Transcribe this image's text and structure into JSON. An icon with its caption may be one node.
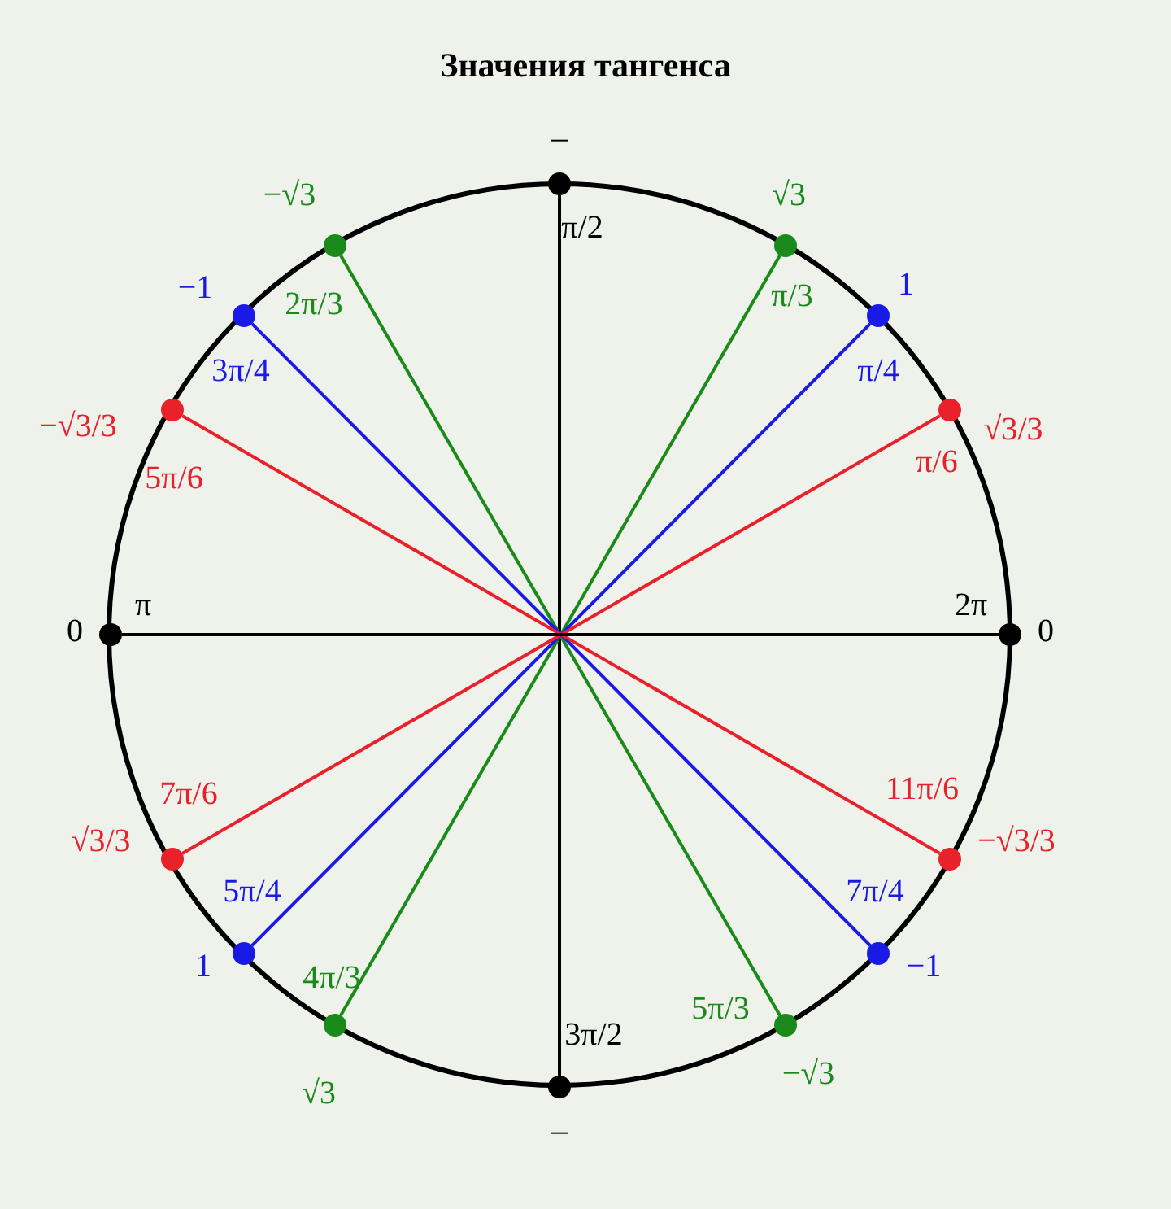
{
  "diagram": {
    "title": "Значения тангенса",
    "nodes": [
      {
        "text": [
          "–",
          "π/2"
        ]
      },
      {
        "text": [
          "−√3",
          "2π/3"
        ]
      },
      {
        "text": [
          "√3",
          "π/3"
        ]
      },
      {
        "text": [
          "−1",
          "3π/4"
        ]
      },
      {
        "text": [
          "1",
          "π/4"
        ]
      },
      {
        "text": [
          "−√3/3",
          "5π/6"
        ]
      },
      {
        "text": [
          "√3/3",
          "π/6"
        ]
      },
      {
        "text": [
          "0",
          "π"
        ]
      },
      {
        "text": [
          "2π",
          "0"
        ]
      },
      {
        "text": [
          "7π/6",
          "√3/3"
        ]
      },
      {
        "text": [
          "11π/6",
          "−√3/3"
        ]
      },
      {
        "text": [
          "5π/4",
          "1"
        ]
      },
      {
        "text": [
          "7π/4",
          "−1"
        ]
      },
      {
        "text": [
          "4π/3",
          "√3"
        ]
      },
      {
        "text": [
          "5π/3",
          "−√3"
        ]
      },
      {
        "text": [
          "3π/2",
          "–"
        ]
      }
    ],
    "edges": [
      {
        "from": 0,
        "to": 15,
        "arrow": "none",
        "color": "#000000"
      },
      {
        "from": 1,
        "to": 14,
        "arrow": "none",
        "color": "#1a8a1a"
      },
      {
        "from": 2,
        "to": 13,
        "arrow": "none",
        "color": "#1a8a1a"
      },
      {
        "from": 3,
        "to": 12,
        "arrow": "none",
        "color": "#1a1ae6"
      },
      {
        "from": 4,
        "to": 11,
        "arrow": "none",
        "color": "#1a1ae6"
      },
      {
        "from": 5,
        "to": 10,
        "arrow": "none",
        "color": "#e8212b"
      },
      {
        "from": 6,
        "to": 9,
        "arrow": "none",
        "color": "#e8212b"
      },
      {
        "from": 7,
        "to": 8,
        "arrow": "none",
        "color": "#000000"
      }
    ]
  }
}
